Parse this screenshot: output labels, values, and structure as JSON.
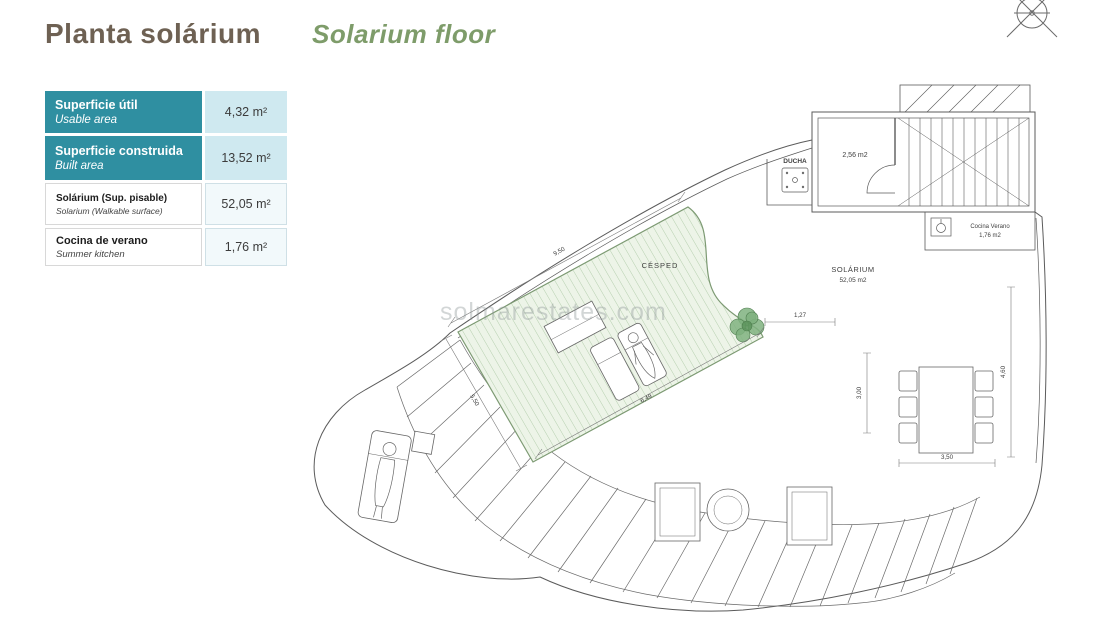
{
  "header": {
    "title_es": "Planta solárium",
    "title_en": "Solarium floor"
  },
  "legend": {
    "rows": [
      {
        "label_es": "Superficie útil",
        "label_en": "Usable area",
        "value": "4,32 m²"
      },
      {
        "label_es": "Superficie construida",
        "label_en": "Built area",
        "value": "13,52 m²"
      },
      {
        "label_es": "Solárium (Sup. pisable)",
        "label_en": "Solarium (Walkable surface)",
        "value": "52,05 m²"
      },
      {
        "label_es": "Cocina de verano",
        "label_en": "Summer kitchen",
        "value": "1,76 m²"
      }
    ]
  },
  "plan": {
    "rooms": {
      "ducha": "DUCHA",
      "stairs_area": "2,56 m2",
      "cocina_line1": "Cocina  Verano",
      "cocina_line2": "1,76  m2",
      "solarium_line1": "SOLÁRIUM",
      "solarium_line2": "52,05  m2",
      "cesped": "CÉSPED"
    },
    "dims": {
      "top": "9,50",
      "left": "5,50",
      "grass_bottom": "6,49",
      "tree": "1,27",
      "dining": "3,50",
      "right": "4,60",
      "mid": "3,00"
    }
  },
  "watermark": "solmarestates.com",
  "colors": {
    "title_brown": "#6e6153",
    "title_green": "#7e9c6a",
    "legend_teal": "#2f8fa1",
    "legend_light_blue": "#cfe9f0",
    "plan_line": "#5b5b5b",
    "grass_green": "#7d9a73"
  }
}
